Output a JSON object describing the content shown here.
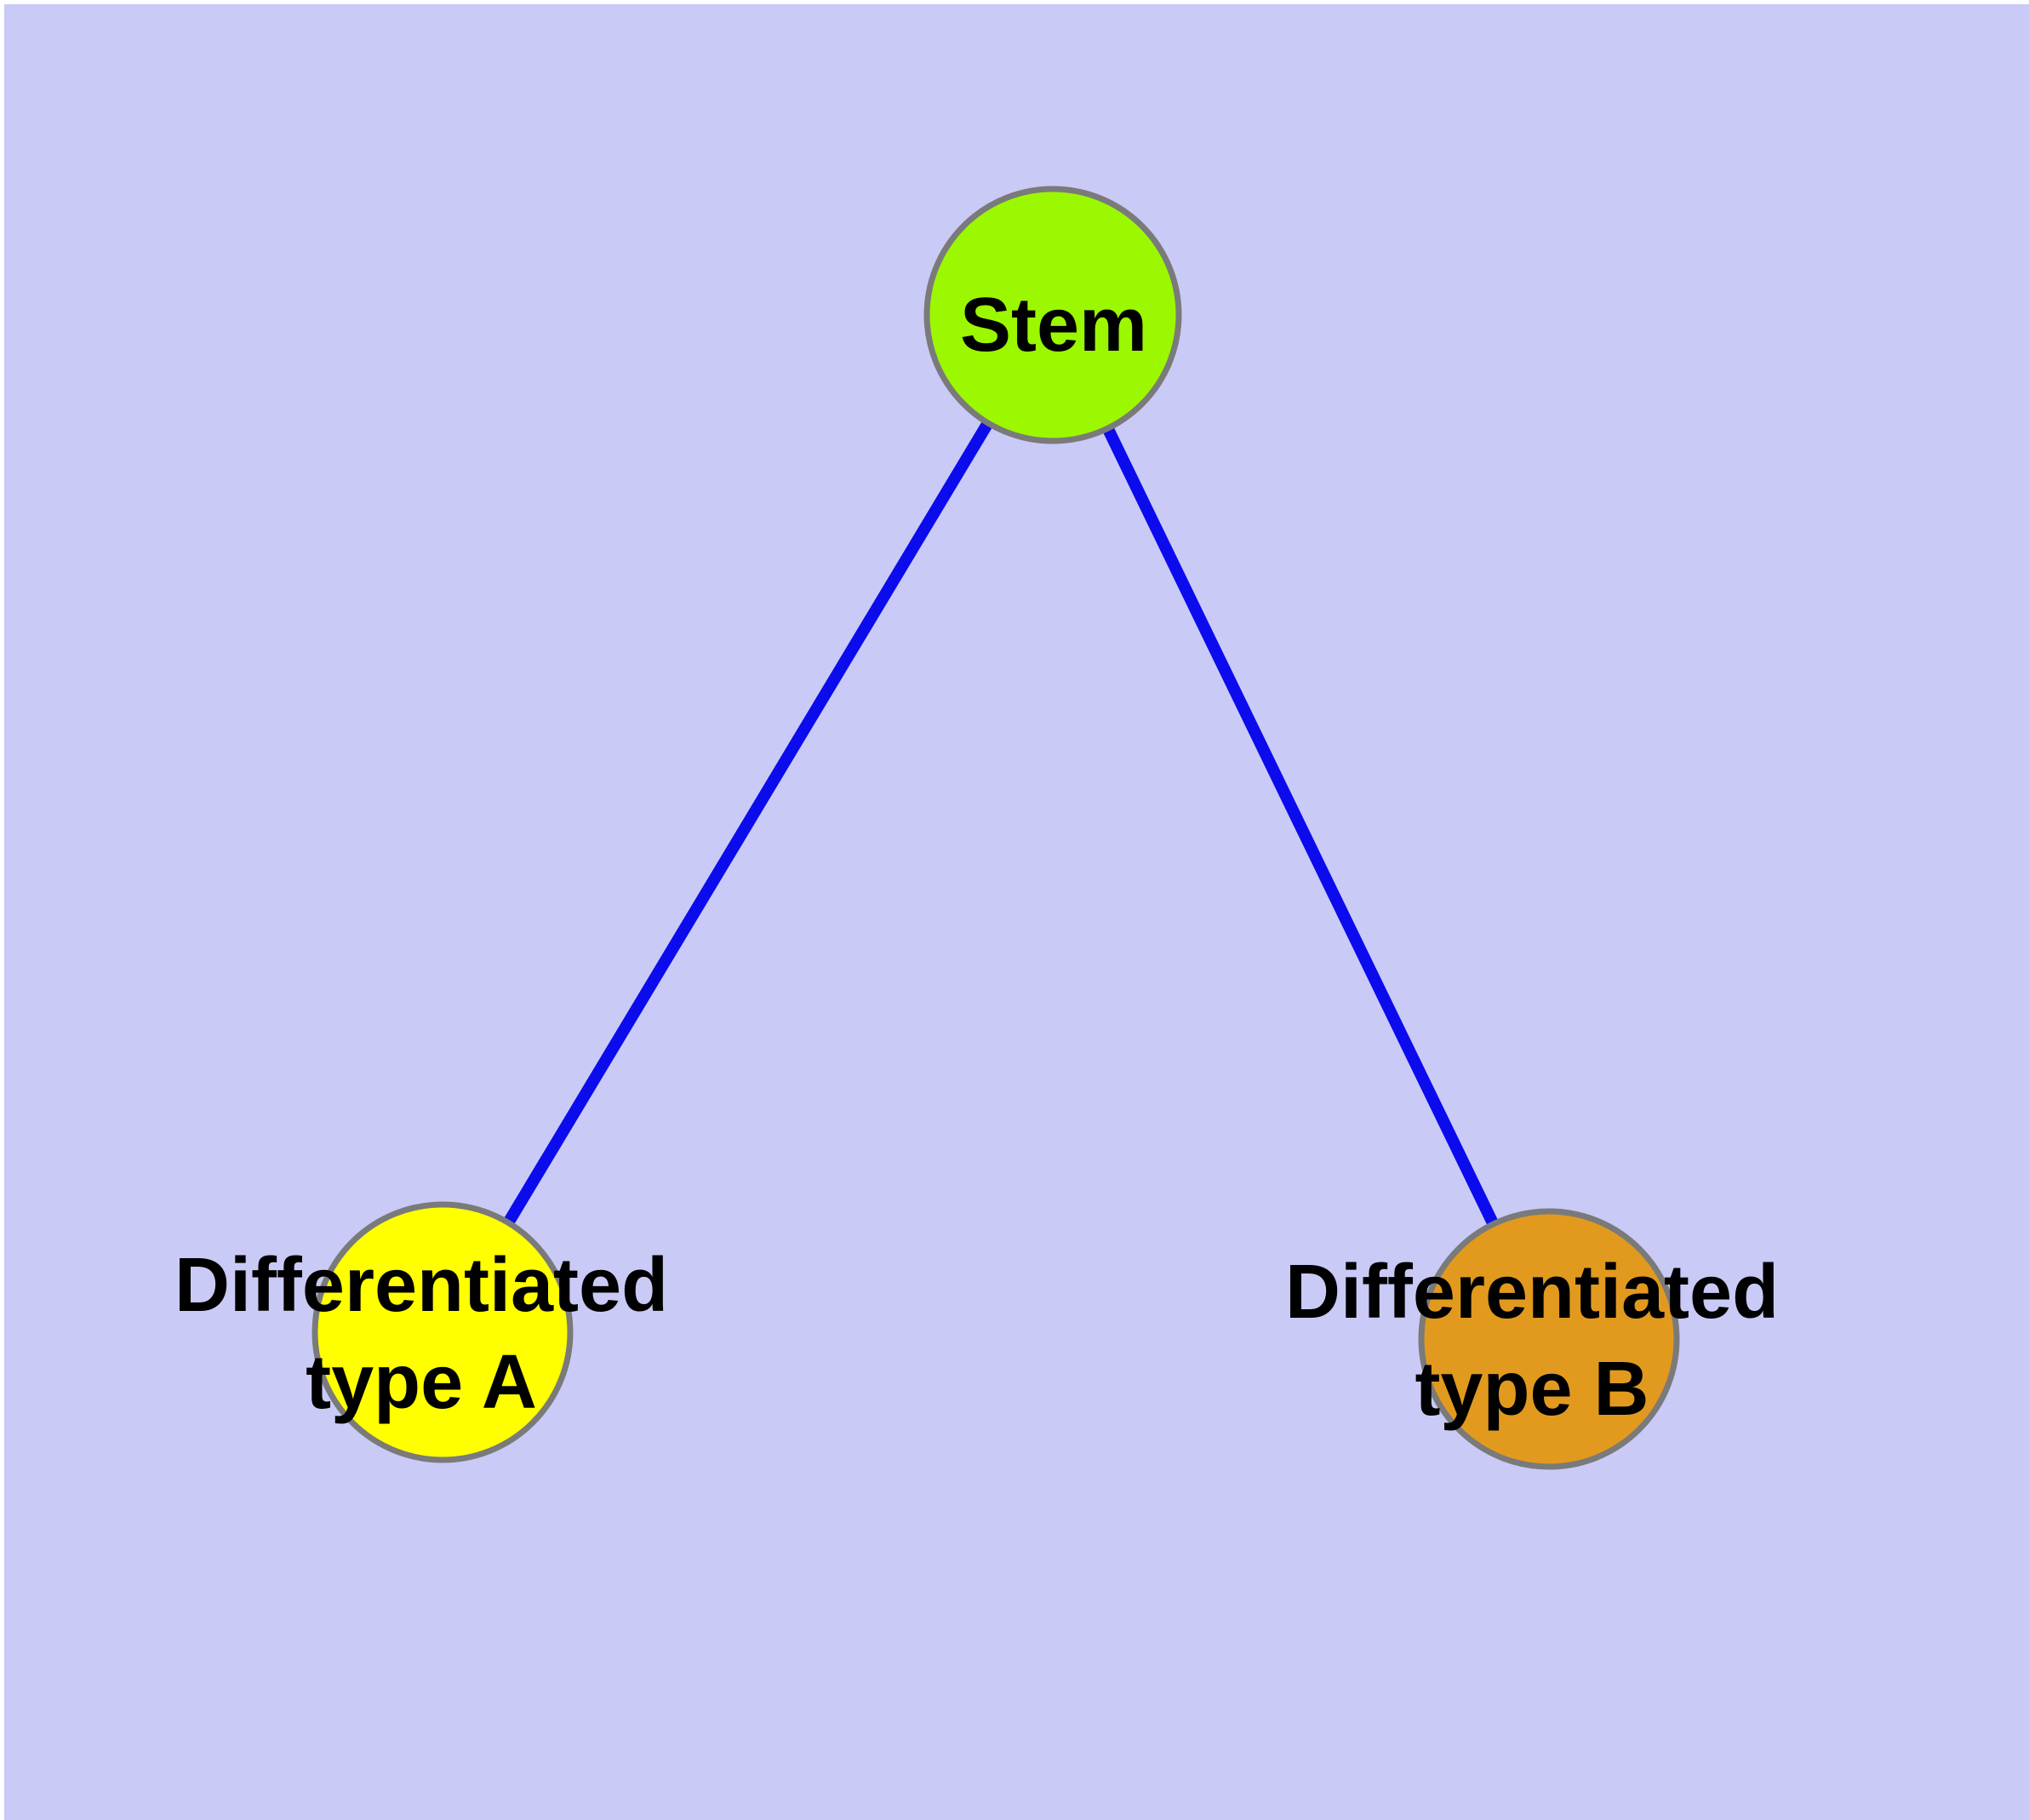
{
  "figure": {
    "background_color": "#CACAF7",
    "frame_color": "#FFFFFF",
    "edge_color": "#0B0BEE",
    "node_border_color": "#7A7A7A",
    "label_color": "#000000",
    "graph": {
      "type": "tree",
      "nodes": [
        {
          "id": "stem",
          "label": "Stem",
          "fill": "#9BF800"
        },
        {
          "id": "type-a",
          "label": "Differentiated\ntype A",
          "fill": "#FFFF00"
        },
        {
          "id": "type-b",
          "label": "Differentiated\ntype B",
          "fill": "#E29A1E"
        }
      ],
      "edges": [
        {
          "from": "stem",
          "to": "type-a"
        },
        {
          "from": "stem",
          "to": "type-b"
        }
      ]
    }
  }
}
